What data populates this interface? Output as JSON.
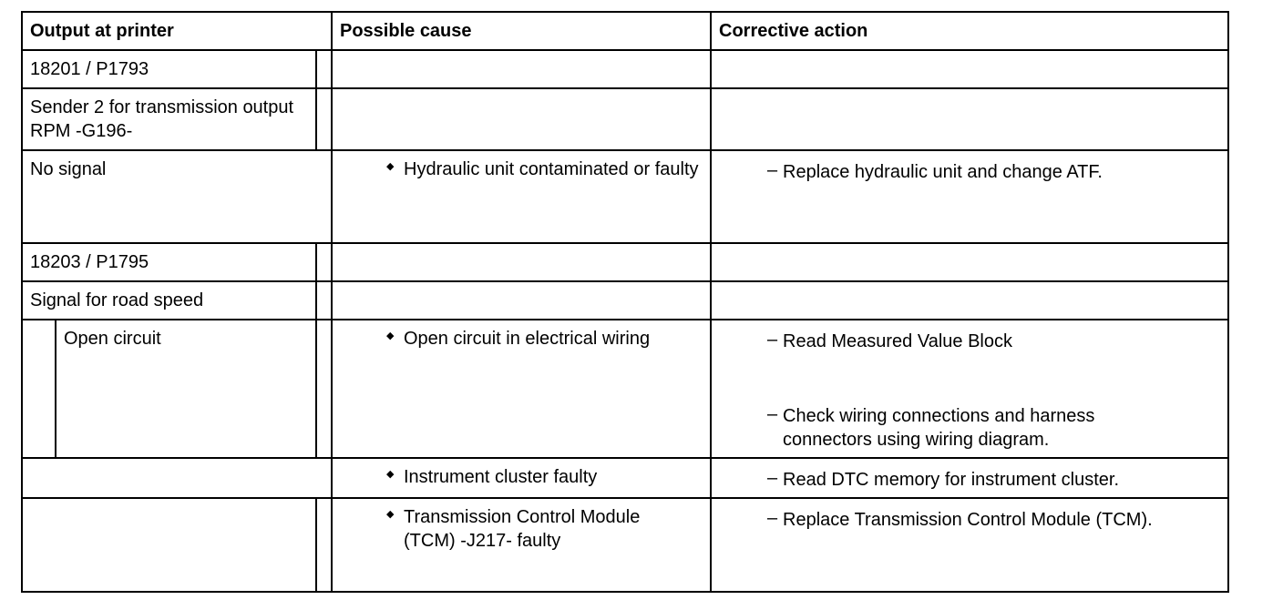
{
  "table": {
    "headers": {
      "output": "Output at printer",
      "cause": "Possible cause",
      "action": "Corrective action"
    },
    "rows": [
      {
        "output": "18201 / P1793",
        "cause": "",
        "action": ""
      },
      {
        "output": "Sender 2 for transmission output RPM -G196-",
        "cause": "",
        "action": ""
      },
      {
        "output": "No signal",
        "cause": "Hydraulic unit contaminated or faulty",
        "action": "Replace hydraulic unit and change ATF."
      },
      {
        "output": "18203 / P1795",
        "cause": "",
        "action": ""
      },
      {
        "output": "Signal for road speed",
        "cause": "",
        "action": ""
      },
      {
        "output": "Open circuit",
        "cause": "Open circuit in electrical wiring",
        "action": "Read Measured Value Block",
        "action2": "Check wiring connections and harness connectors using wiring diagram."
      },
      {
        "output": "",
        "cause": "Instrument cluster faulty",
        "action": "Read DTC memory for instrument cluster."
      },
      {
        "output": "",
        "cause": "Transmission Control Module (TCM) -J217- faulty",
        "action": "Replace Transmission Control Module (TCM)."
      }
    ]
  }
}
